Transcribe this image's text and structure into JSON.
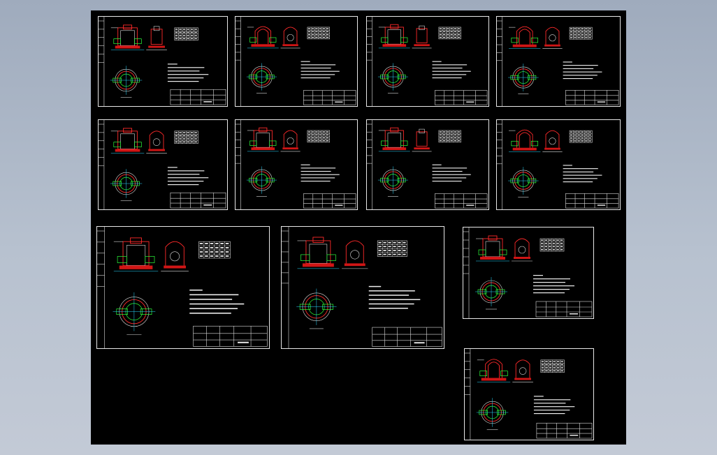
{
  "model_space": {
    "background": "#000000",
    "viewport_background": "#aeb8c7",
    "sheet_border_color": "#e8e8e8",
    "outline_color": "#ff2a2a",
    "pipe_color": "#2bff3a",
    "dimension_color": "#29d9ff"
  },
  "sheets": [
    {
      "id": "sheet-r1-c1",
      "type": "manhole-a"
    },
    {
      "id": "sheet-r1-c2",
      "type": "manhole-b"
    },
    {
      "id": "sheet-r1-c3",
      "type": "manhole-a"
    },
    {
      "id": "sheet-r1-c4",
      "type": "manhole-b"
    },
    {
      "id": "sheet-r2-c1",
      "type": "manhole-c"
    },
    {
      "id": "sheet-r2-c2",
      "type": "manhole-c"
    },
    {
      "id": "sheet-r2-c3",
      "type": "manhole-a"
    },
    {
      "id": "sheet-r2-c4",
      "type": "manhole-b"
    },
    {
      "id": "sheet-r3-c1",
      "type": "manhole-large"
    },
    {
      "id": "sheet-r3-c2",
      "type": "manhole-large"
    },
    {
      "id": "sheet-r3-c3",
      "type": "manhole-c"
    },
    {
      "id": "sheet-r4-c3",
      "type": "manhole-b"
    }
  ]
}
